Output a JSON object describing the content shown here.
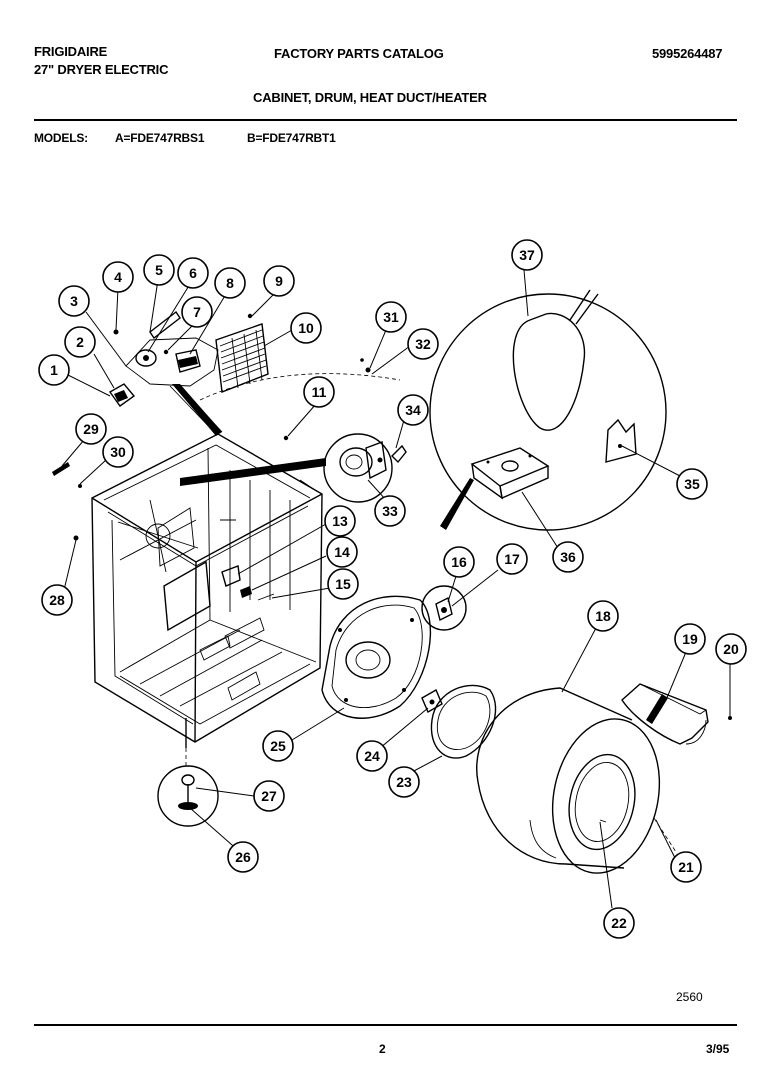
{
  "header": {
    "brand": "FRIGIDAIRE",
    "product": "27\" DRYER ELECTRIC",
    "catalog": "FACTORY PARTS CATALOG",
    "part_number": "5995264487",
    "section": "CABINET, DRUM, HEAT DUCT/HEATER",
    "models_label": "MODELS:",
    "model_a": "A=FDE747RBS1",
    "model_b": "B=FDE747RBT1"
  },
  "footer": {
    "drawing_number": "2560",
    "page": "2",
    "revision_date": "3/95"
  },
  "callouts": [
    {
      "id": "callout-1",
      "label": "1"
    },
    {
      "id": "callout-2",
      "label": "2"
    },
    {
      "id": "callout-3",
      "label": "3"
    },
    {
      "id": "callout-4",
      "label": "4"
    },
    {
      "id": "callout-5",
      "label": "5"
    },
    {
      "id": "callout-6",
      "label": "6"
    },
    {
      "id": "callout-7",
      "label": "7"
    },
    {
      "id": "callout-8",
      "label": "8"
    },
    {
      "id": "callout-9",
      "label": "9"
    },
    {
      "id": "callout-10",
      "label": "10"
    },
    {
      "id": "callout-11",
      "label": "11"
    },
    {
      "id": "callout-13",
      "label": "13"
    },
    {
      "id": "callout-14",
      "label": "14"
    },
    {
      "id": "callout-15",
      "label": "15"
    },
    {
      "id": "callout-16",
      "label": "16"
    },
    {
      "id": "callout-17",
      "label": "17"
    },
    {
      "id": "callout-18",
      "label": "18"
    },
    {
      "id": "callout-19",
      "label": "19"
    },
    {
      "id": "callout-20",
      "label": "20"
    },
    {
      "id": "callout-21",
      "label": "21"
    },
    {
      "id": "callout-22",
      "label": "22"
    },
    {
      "id": "callout-23",
      "label": "23"
    },
    {
      "id": "callout-24",
      "label": "24"
    },
    {
      "id": "callout-25",
      "label": "25"
    },
    {
      "id": "callout-26",
      "label": "26"
    },
    {
      "id": "callout-27",
      "label": "27"
    },
    {
      "id": "callout-28",
      "label": "28"
    },
    {
      "id": "callout-29",
      "label": "29"
    },
    {
      "id": "callout-30",
      "label": "30"
    },
    {
      "id": "callout-31",
      "label": "31"
    },
    {
      "id": "callout-32",
      "label": "32"
    },
    {
      "id": "callout-33",
      "label": "33"
    },
    {
      "id": "callout-34",
      "label": "34"
    },
    {
      "id": "callout-35",
      "label": "35"
    },
    {
      "id": "callout-36",
      "label": "36"
    },
    {
      "id": "callout-37",
      "label": "37"
    }
  ]
}
